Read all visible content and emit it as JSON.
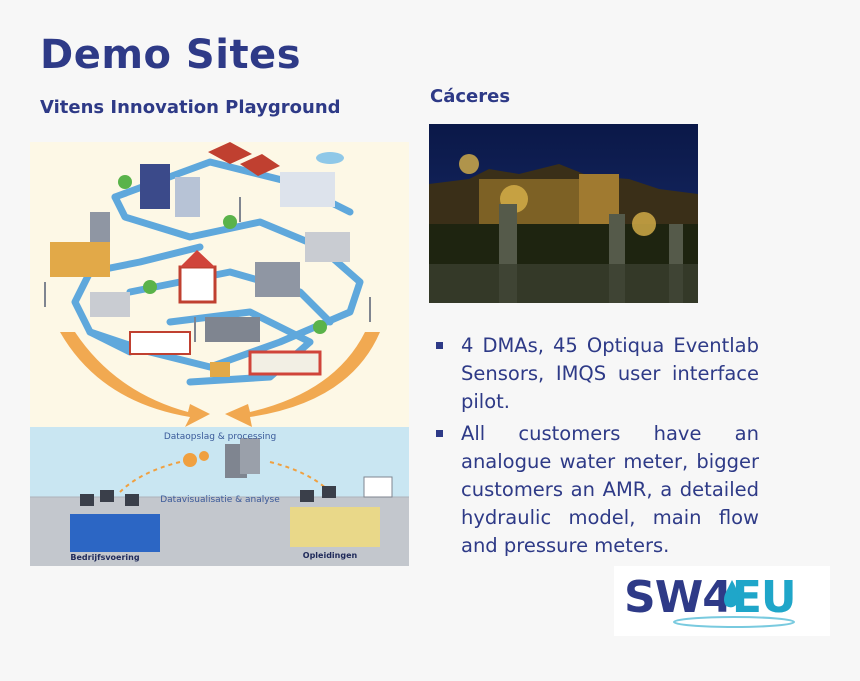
{
  "page": {
    "title": "Demo Sites",
    "subtitle": "Vitens Innovation Playground",
    "location_label": "Cáceres"
  },
  "illustration": {
    "top_caption": "Dataopslag & processing",
    "mid_caption": "Datavisualisatie & analyse",
    "left_label": "Bedrijfsvoering",
    "right_label": "Opleidingen"
  },
  "bullets": [
    "4 DMAs, 45 Optiqua Eventlab Sensors, IMQS user interface pilot.",
    "All customers have an analogue water meter, bigger customers an AMR,  a detailed hydraulic model, main flow and pressure meters."
  ],
  "logo": {
    "text_left": "SW4",
    "text_right": "EU"
  },
  "colors": {
    "heading": "#2e3a87",
    "logo_blue": "#1fa6c9",
    "pipe": "#5fa8dc",
    "arrow": "#f0a040"
  }
}
